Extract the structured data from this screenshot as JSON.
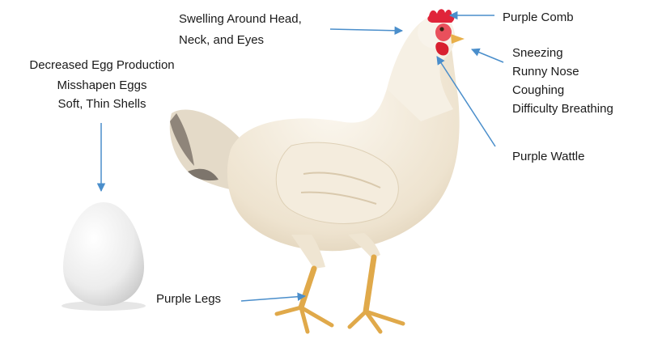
{
  "colors": {
    "arrow": "#4a8ecb",
    "comb": "#e0243a",
    "leg": "#e0a94a",
    "egg": "#f2f2f2",
    "feather": "#efe6d6"
  },
  "labels": {
    "head_swelling": [
      "Swelling Around Head,",
      "Neck, and Eyes"
    ],
    "comb": "Purple Comb",
    "respiratory": [
      "Sneezing",
      "Runny Nose",
      "Coughing",
      "Difficulty Breathing"
    ],
    "wattle": "Purple Wattle",
    "egg_issues": [
      "Decreased Egg Production",
      "Misshapen Eggs",
      "Soft, Thin Shells"
    ],
    "legs": "Purple Legs"
  },
  "icons": {
    "hen": "hen-illustration",
    "egg": "egg-illustration"
  }
}
